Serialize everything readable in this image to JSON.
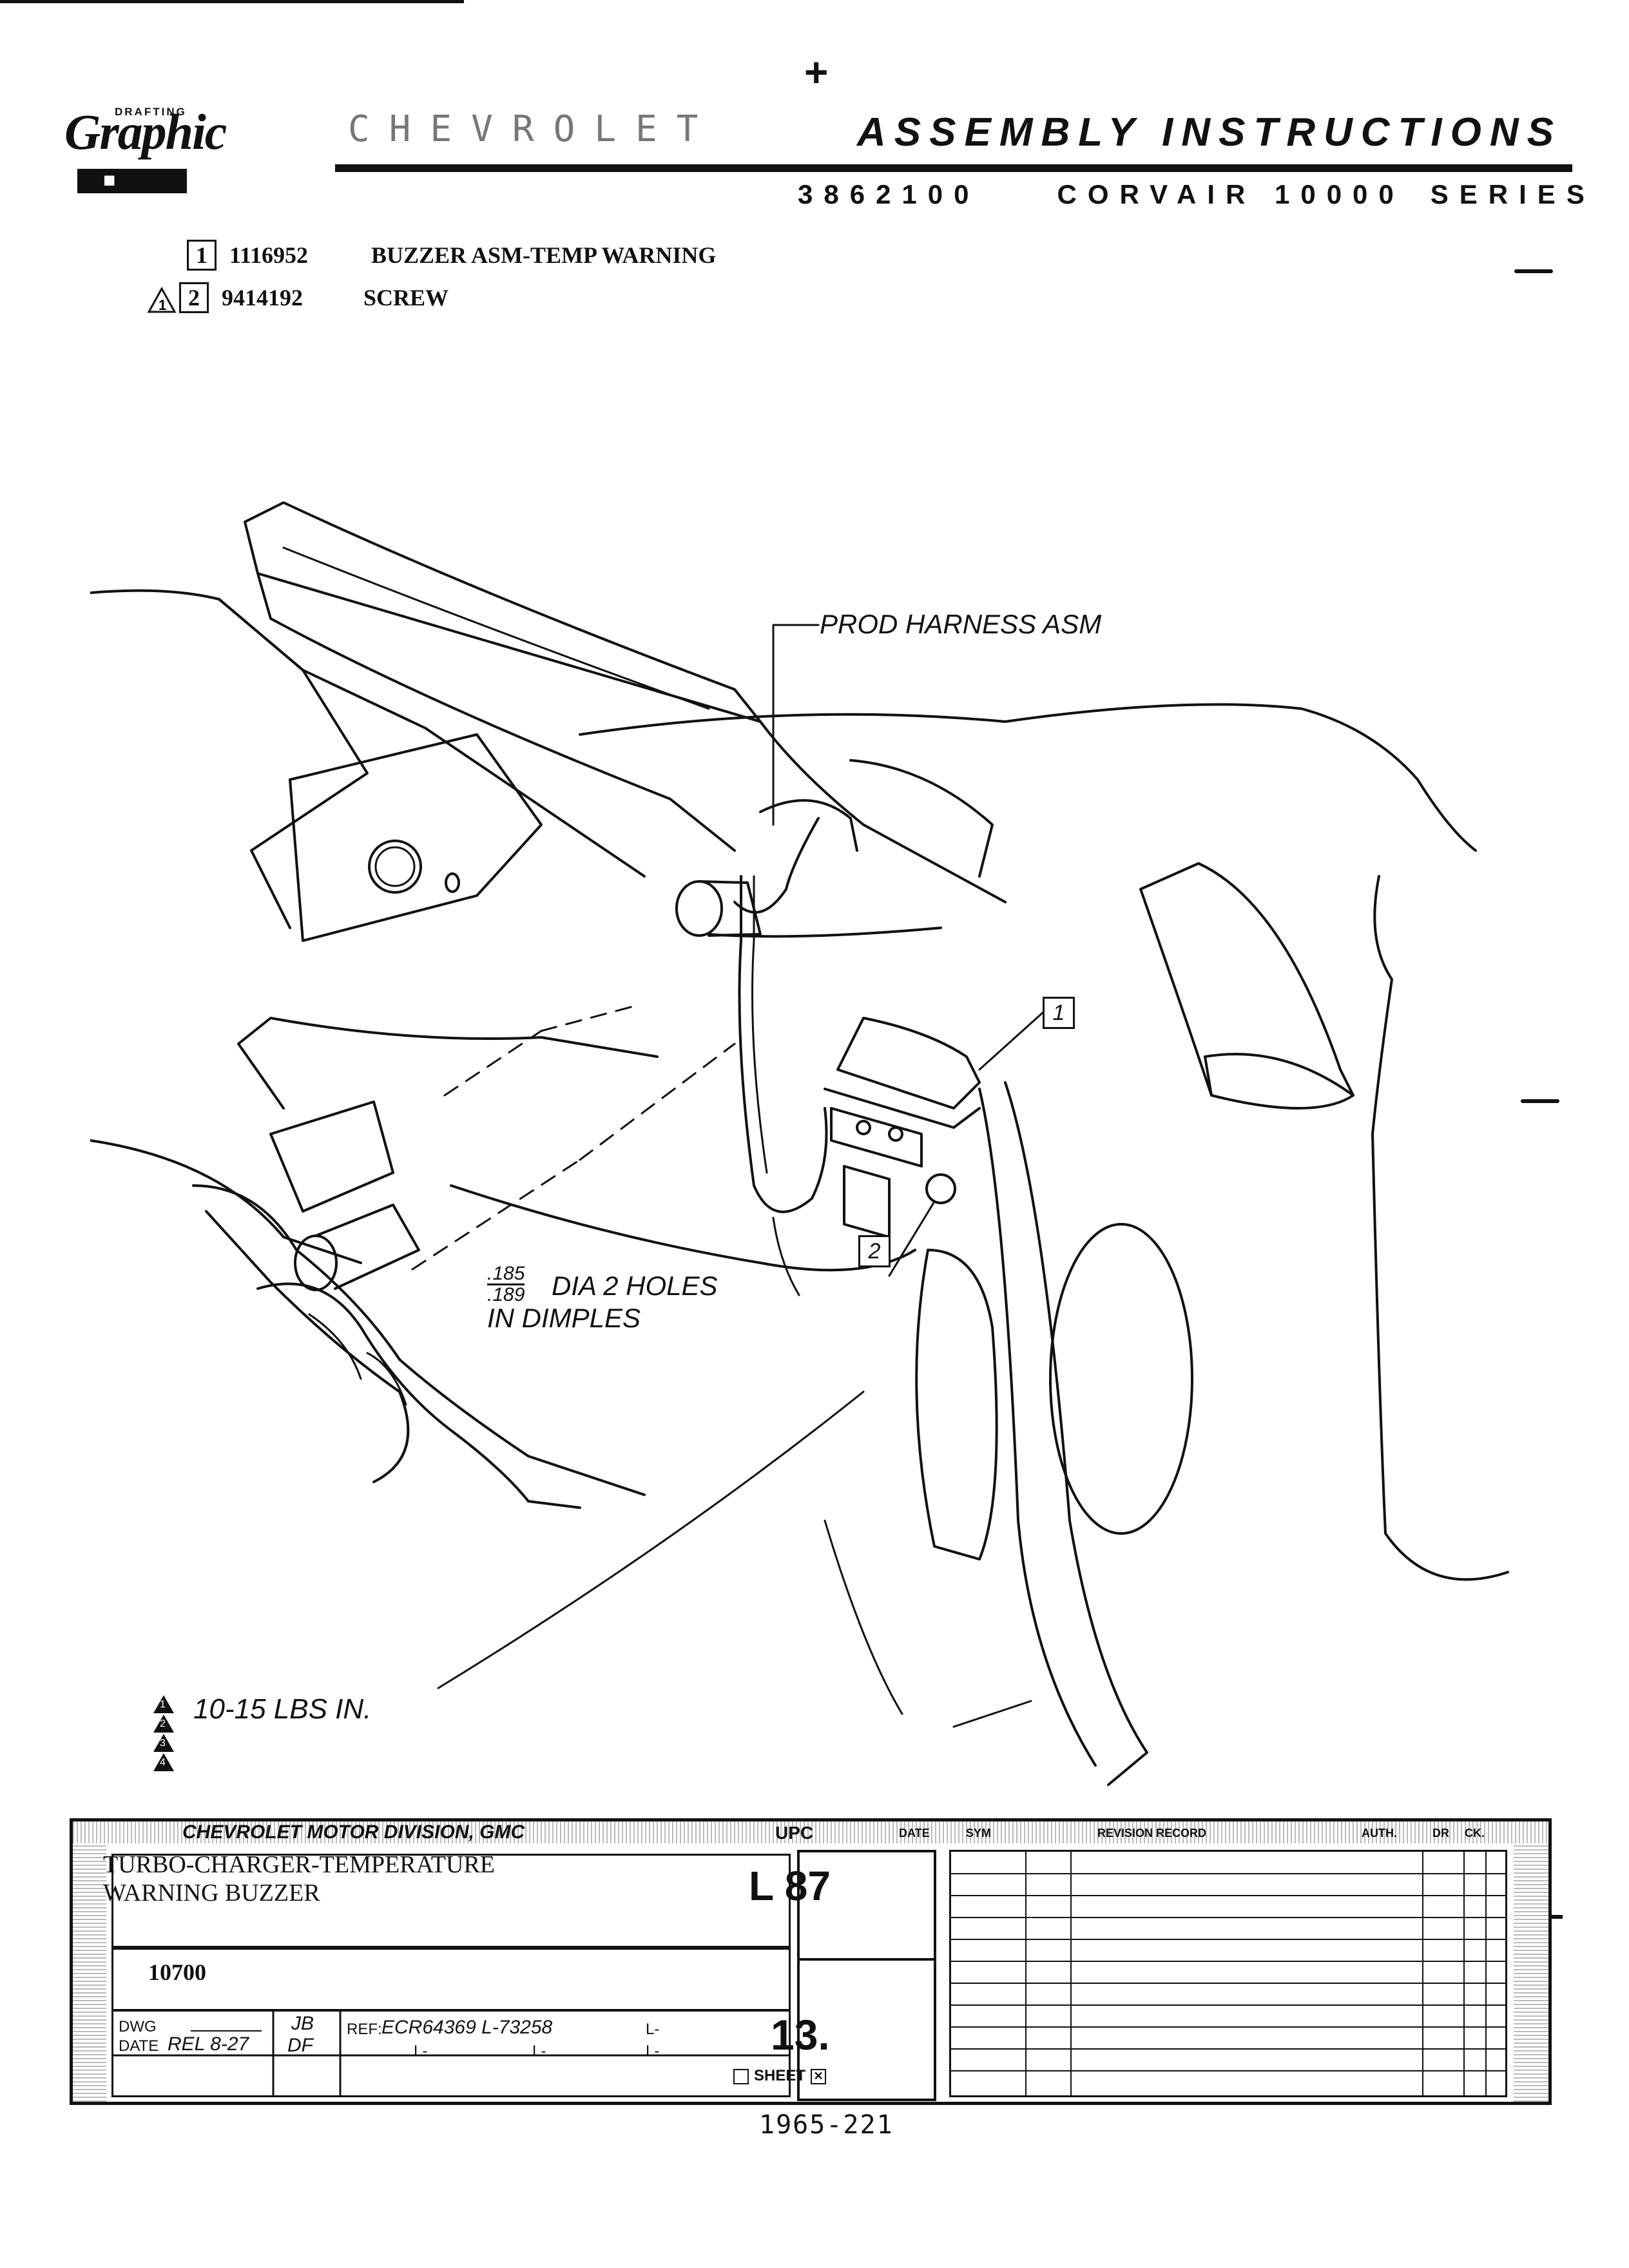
{
  "header": {
    "logo_top": "DRAFTING",
    "logo_script": "Graphic",
    "faded_brand": "CHEVROLET",
    "title": "ASSEMBLY INSTRUCTIONS",
    "part_number": "3862100",
    "model": "CORVAIR 10000",
    "series": "SERIES"
  },
  "parts": [
    {
      "item": "1",
      "number": "1116952",
      "description": "BUZZER ASM-TEMP WARNING"
    },
    {
      "item": "2",
      "number": "9414192",
      "description": "SCREW"
    }
  ],
  "callouts": {
    "harness": "PROD HARNESS ASM",
    "holes_line1_num": ".185",
    "holes_line1_den": ".189",
    "holes_line1_rest": "DIA 2 HOLES",
    "holes_line2": "IN DIMPLES",
    "box1": "1",
    "box2": "2"
  },
  "torque": {
    "label": "10-15 LBS IN.",
    "triangles": [
      "1",
      "2",
      "3",
      "4"
    ]
  },
  "title_block": {
    "division": "CHEVROLET MOTOR DIVISION, GMC",
    "upc_label": "UPC",
    "date_label": "DATE",
    "sym_label": "SYM",
    "revision_label": "REVISION RECORD",
    "auth_label": "AUTH.",
    "dr_label": "DR",
    "ck_label": "CK.",
    "description_line1": "TURBO-CHARGER-TEMPERATURE",
    "description_line2": "WARNING BUZZER",
    "drawing_number": "10700",
    "upc": "L 87",
    "sheet_number": "13.",
    "sheet_label": "SHEET",
    "dwg_label": "DWG",
    "dwg_initials": "JB",
    "date_row_label": "DATE",
    "date_value": "REL 8-27",
    "date_initials": "DF",
    "ref_label": "REF:",
    "ref_value": "ECR64369 L-73258",
    "l_marks": [
      "L-",
      "L-",
      "L-",
      "L-"
    ]
  },
  "footer": {
    "sheet_id": "1965-221"
  }
}
